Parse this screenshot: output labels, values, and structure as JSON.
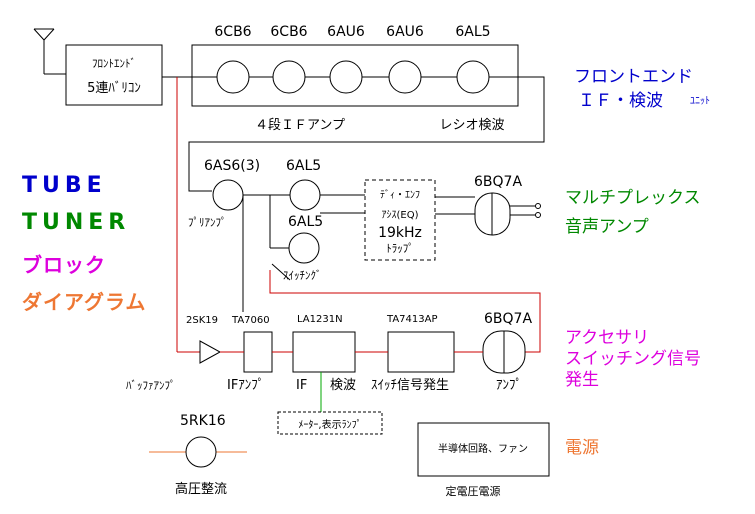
{
  "title": {
    "line1": "TUBE",
    "line2": "TUNER",
    "line3": "ブロック",
    "line4": "ダイアグラム"
  },
  "colors": {
    "title_tube": "#0000cc",
    "title_tuner": "#008800",
    "title_block": "#dd00dd",
    "title_diagram": "#ee7733",
    "signal_line": "#cc0000",
    "meter_line": "#00aa00",
    "power_line": "#ee7733"
  },
  "front_end": {
    "varicon_line1": "ﾌﾛﾝﾄｴﾝﾄﾞ",
    "varicon_line2": "5連ﾊﾞﾘｺﾝ",
    "tubes": [
      "6CB6",
      "6CB6",
      "6AU6",
      "6AU6",
      "6AL5"
    ],
    "if_label": "４段ＩＦアンプ",
    "detector_label": "レシオ検波",
    "side_label_line1": "フロントエンド",
    "side_label_line2": "ＩＦ・検波",
    "side_label_unit": "ﾕﾆｯﾄ"
  },
  "multiplex": {
    "tube_6as6": "6AS6(3)",
    "tube_6al5_a": "6AL5",
    "tube_6al5_b": "6AL5",
    "tube_6bq7a": "6BQ7A",
    "preamp_label": "ﾌﾟﾘｱﾝﾌﾟ",
    "switching_label": "ｽｲｯﾁﾝｸﾞ",
    "deemph_line1": "ﾃﾞｨ・ｴﾝﾌ",
    "deemph_line2": "ｱｼｽ(EQ)",
    "deemph_line3": "19kHz",
    "deemph_line4": "ﾄﾗｯﾌﾟ",
    "side_label_line1": "マルチプレックス",
    "side_label_line2": "音声アンプ"
  },
  "accessory": {
    "chip_2sk19": "2SK19",
    "chip_ta7060": "TA7060",
    "chip_la1231n": "LA1231N",
    "chip_ta7413ap": "TA7413AP",
    "tube_6bq7a": "6BQ7A",
    "buffer_label": "ﾊﾞｯﾌｧｱﾝﾌﾟ",
    "if_amp_label": "IFｱﾝﾌﾟ",
    "if_label": "IF",
    "det_label": "検波",
    "switch_gen_label": "ｽｲｯﾁ信号発生",
    "amp_label": "ｱﾝﾌﾟ",
    "meter_label": "ﾒｰﾀｰ,表示ﾗﾝﾌﾟ",
    "side_label_line1": "アクセサリ",
    "side_label_line2": "スイッチング信号",
    "side_label_line3": "発生"
  },
  "power": {
    "tube_5rk16": "5RK16",
    "rectifier_label": "高圧整流",
    "semiconductor_label": "半導体回路、ファン",
    "regulated_label": "定電圧電源",
    "side_label": "電源"
  }
}
